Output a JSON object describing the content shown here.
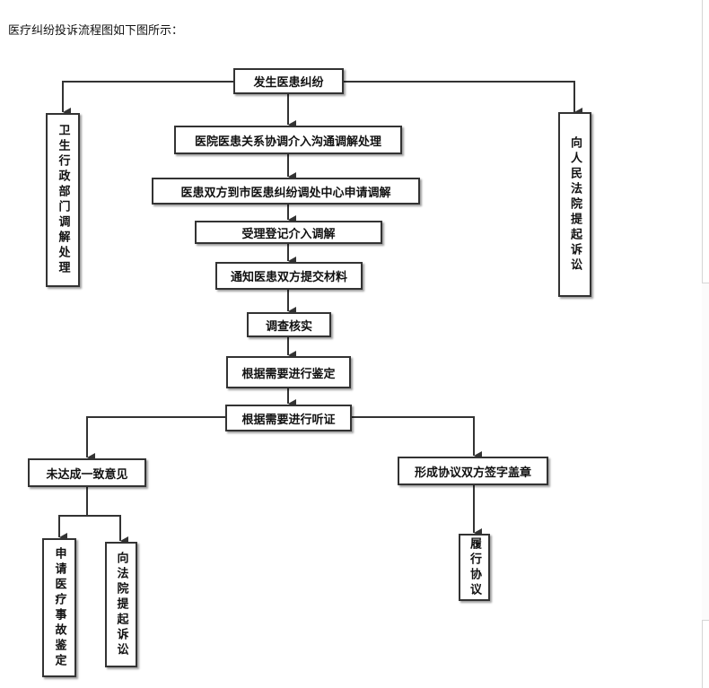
{
  "intro": "医疗纠纷投诉流程图如下图所示：",
  "flow": {
    "start": "发生医患纠纷",
    "health_admin": "卫生行政部门调解处理",
    "court_top": "向人民法院提起诉讼",
    "hospital_mediation": "医院医患关系协调介入沟通调解处理",
    "city_center": "医患双方到市医患纠纷调处中心申请调解",
    "accept": "受理登记介入调解",
    "notify": "通知医患双方提交材料",
    "investigate": "调查核实",
    "appraisal": "根据需要进行鉴定",
    "hearing": "根据需要进行听证",
    "no_agreement": "未达成一致意见",
    "agreement": "形成协议双方签字盖章",
    "medical_accident": "申请医疗事故鉴定",
    "court_bottom": "向法院提起诉讼",
    "perform": "履行协议"
  }
}
